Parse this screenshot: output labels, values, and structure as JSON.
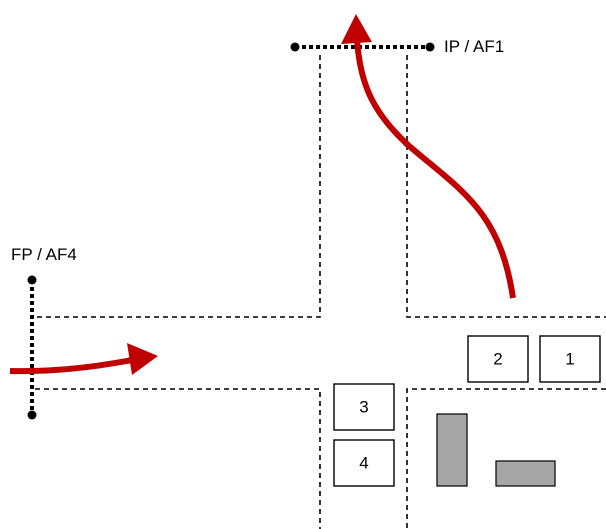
{
  "labels": {
    "top_point": "IP / AF1",
    "left_point": "FP / AF4"
  },
  "boxes": [
    "1",
    "2",
    "3",
    "4"
  ],
  "colors": {
    "route": "#c00000",
    "outline": "#000000",
    "obstacle_fill": "#a6a6a6"
  }
}
